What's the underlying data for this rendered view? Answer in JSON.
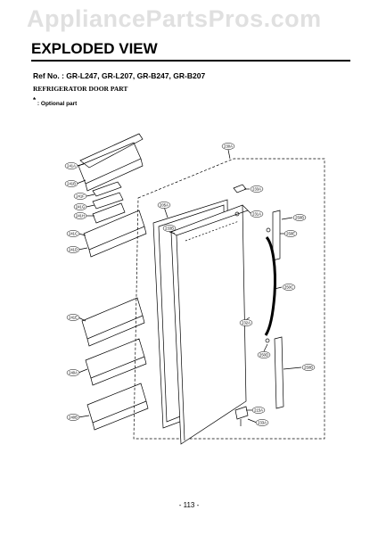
{
  "watermark": "AppliancePartsPros.com",
  "page_title": "EXPLODED VIEW",
  "ref_line": "Ref No. : GR-L247, GR-L207, GR-B247, GR-B207",
  "subtitle": "REFRIGERATOR DOOR PART",
  "note": {
    "marker": "*",
    "text": " : Optional part"
  },
  "part_labels": {
    "p241a": "241A",
    "p241b": "241B",
    "p241c": "241C",
    "p241d": "241D",
    "p241e": "241E",
    "p241f": "241F",
    "p241g": "241G",
    "p241h": "241H",
    "p240a": "240A",
    "p240b": "240B",
    "p205a": "205A",
    "p230a": "230A",
    "p233a": "233A",
    "p233b": "233B",
    "p231a": "231A",
    "p250b": "250B",
    "p250c": "250C",
    "p250d": "250D",
    "p250e": "250E",
    "p232a": "232A",
    "p215a": "215A"
  },
  "page_number": "- 113 -"
}
